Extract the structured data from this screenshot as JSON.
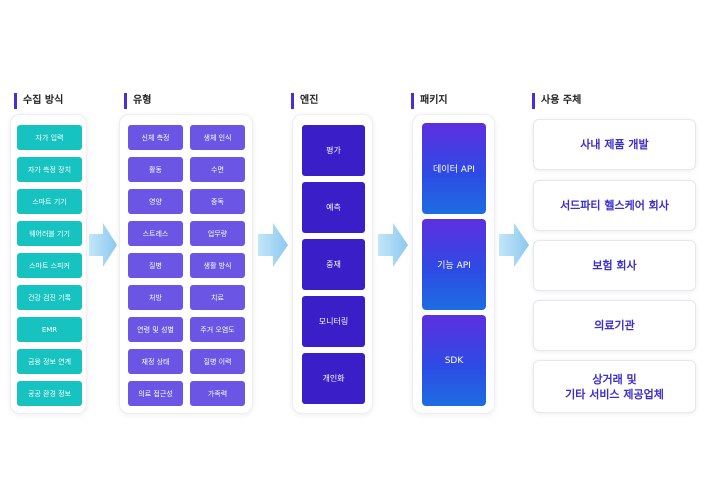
{
  "columns": {
    "collection": {
      "title": "수집 방식",
      "items": [
        "자가 입력",
        "자가 측정 장치",
        "스마트 기기",
        "웨어러블 기기",
        "스마트 스피커",
        "건강 검진 기록",
        "EMR",
        "금융 정보 연계",
        "공공 환경 정보"
      ]
    },
    "type": {
      "title": "유형",
      "items": [
        "신체 측정",
        "생체 인식",
        "활동",
        "수면",
        "영양",
        "중독",
        "스트레스",
        "업무량",
        "질병",
        "생활 방식",
        "처방",
        "치료",
        "연령 및 성별",
        "주거 오염도",
        "재정 상태",
        "질병 이력",
        "의료 접근성",
        "가족력"
      ]
    },
    "engine": {
      "title": "엔진",
      "items": [
        "평가",
        "예측",
        "중재",
        "모니터링",
        "개인화"
      ]
    },
    "package": {
      "title": "패키지",
      "items": [
        "데이터 API",
        "기능 API",
        "SDK"
      ]
    },
    "users": {
      "title": "사용 주체",
      "items": [
        "사내 제품 개발",
        "서드파티 헬스케어 회사",
        "보험 회사",
        "의료기관",
        "상거래 및\n기타 서비스 제공업체"
      ]
    }
  },
  "colors": {
    "accent": "#4a2fd6",
    "teal": "#16c3c0",
    "purple": "#6a55e4",
    "engine": "#3a1fc9",
    "arrow": "#9fd3f2"
  }
}
